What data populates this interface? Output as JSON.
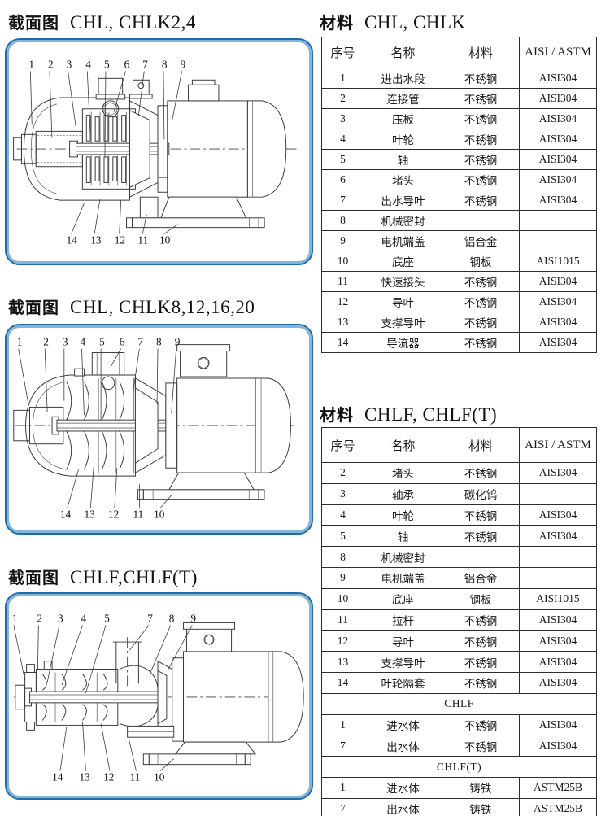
{
  "page": {
    "background": "#ffffff",
    "accent_border": "#1d6ca9",
    "accent_border_inner": "#82b5d9"
  },
  "sections": [
    {
      "heading": "截面图",
      "model": "CHL, CHLK2,4",
      "callouts_top": [
        "1",
        "2",
        "3",
        "4",
        "5",
        "6",
        "7",
        "8",
        "9"
      ],
      "callouts_bottom": [
        "14",
        "13",
        "12",
        "11",
        "10"
      ]
    },
    {
      "heading": "截面图",
      "model": "CHL, CHLK8,12,16,20",
      "callouts_top": [
        "1",
        "2",
        "3",
        "4",
        "5",
        "6",
        "7",
        "8",
        "9"
      ],
      "callouts_bottom": [
        "14",
        "13",
        "12",
        "11",
        "10"
      ]
    },
    {
      "heading": "截面图",
      "model": "CHLF,CHLF(T)",
      "callouts_top": [
        "1",
        "2",
        "3",
        "4",
        "5",
        "7",
        "8",
        "9"
      ],
      "callouts_bottom": [
        "14",
        "13",
        "12",
        "11",
        "10"
      ]
    }
  ],
  "tables": [
    {
      "heading": "材料",
      "model": "CHL, CHLK",
      "headers": [
        "序号",
        "名称",
        "材料",
        "AISI / ASTM"
      ],
      "rows": [
        [
          "1",
          "进出水段",
          "不锈钢",
          "AISI304"
        ],
        [
          "2",
          "连接管",
          "不锈钢",
          "AISI304"
        ],
        [
          "3",
          "压板",
          "不锈钢",
          "AISI304"
        ],
        [
          "4",
          "叶轮",
          "不锈钢",
          "AISI304"
        ],
        [
          "5",
          "轴",
          "不锈钢",
          "AISI304"
        ],
        [
          "6",
          "堵头",
          "不锈钢",
          "AISI304"
        ],
        [
          "7",
          "出水导叶",
          "不锈钢",
          "AISI304"
        ],
        [
          "8",
          "机械密封",
          "",
          ""
        ],
        [
          "9",
          "电机端盖",
          "铝合金",
          ""
        ],
        [
          "10",
          "底座",
          "钢板",
          "AISI1015"
        ],
        [
          "11",
          "快速接头",
          "不锈钢",
          "AISI304"
        ],
        [
          "12",
          "导叶",
          "不锈钢",
          "AISI304"
        ],
        [
          "13",
          "支撑导叶",
          "不锈钢",
          "AISI304"
        ],
        [
          "14",
          "导流器",
          "不锈钢",
          "AISI304"
        ]
      ]
    },
    {
      "heading": "材料",
      "model": "CHLF, CHLF(T)",
      "headers": [
        "序号",
        "名称",
        "材料",
        "AISI / ASTM"
      ],
      "rows": [
        [
          "2",
          "堵头",
          "不锈钢",
          "AISI304"
        ],
        [
          "3",
          "轴承",
          "碳化钨",
          ""
        ],
        [
          "4",
          "叶轮",
          "不锈钢",
          "AISI304"
        ],
        [
          "5",
          "轴",
          "不锈钢",
          "AISI304"
        ],
        [
          "8",
          "机械密封",
          "",
          ""
        ],
        [
          "9",
          "电机端盖",
          "铝合金",
          ""
        ],
        [
          "10",
          "底座",
          "钢板",
          "AISI1015"
        ],
        [
          "11",
          "拉杆",
          "不锈钢",
          "AISI304"
        ],
        [
          "12",
          "导叶",
          "不锈钢",
          "AISI304"
        ],
        [
          "13",
          "支撑导叶",
          "不锈钢",
          "AISI304"
        ],
        [
          "14",
          "叶轮隔套",
          "不锈钢",
          "AISI304"
        ],
        {
          "group": "CHLF"
        },
        [
          "1",
          "进水体",
          "不锈钢",
          "AISI304"
        ],
        [
          "7",
          "出水体",
          "不锈钢",
          "AISI304"
        ],
        {
          "group": "CHLF(T)"
        },
        [
          "1",
          "进水体",
          "铸铁",
          "ASTM25B"
        ],
        [
          "7",
          "出水体",
          "铸铁",
          "ASTM25B"
        ]
      ]
    }
  ]
}
